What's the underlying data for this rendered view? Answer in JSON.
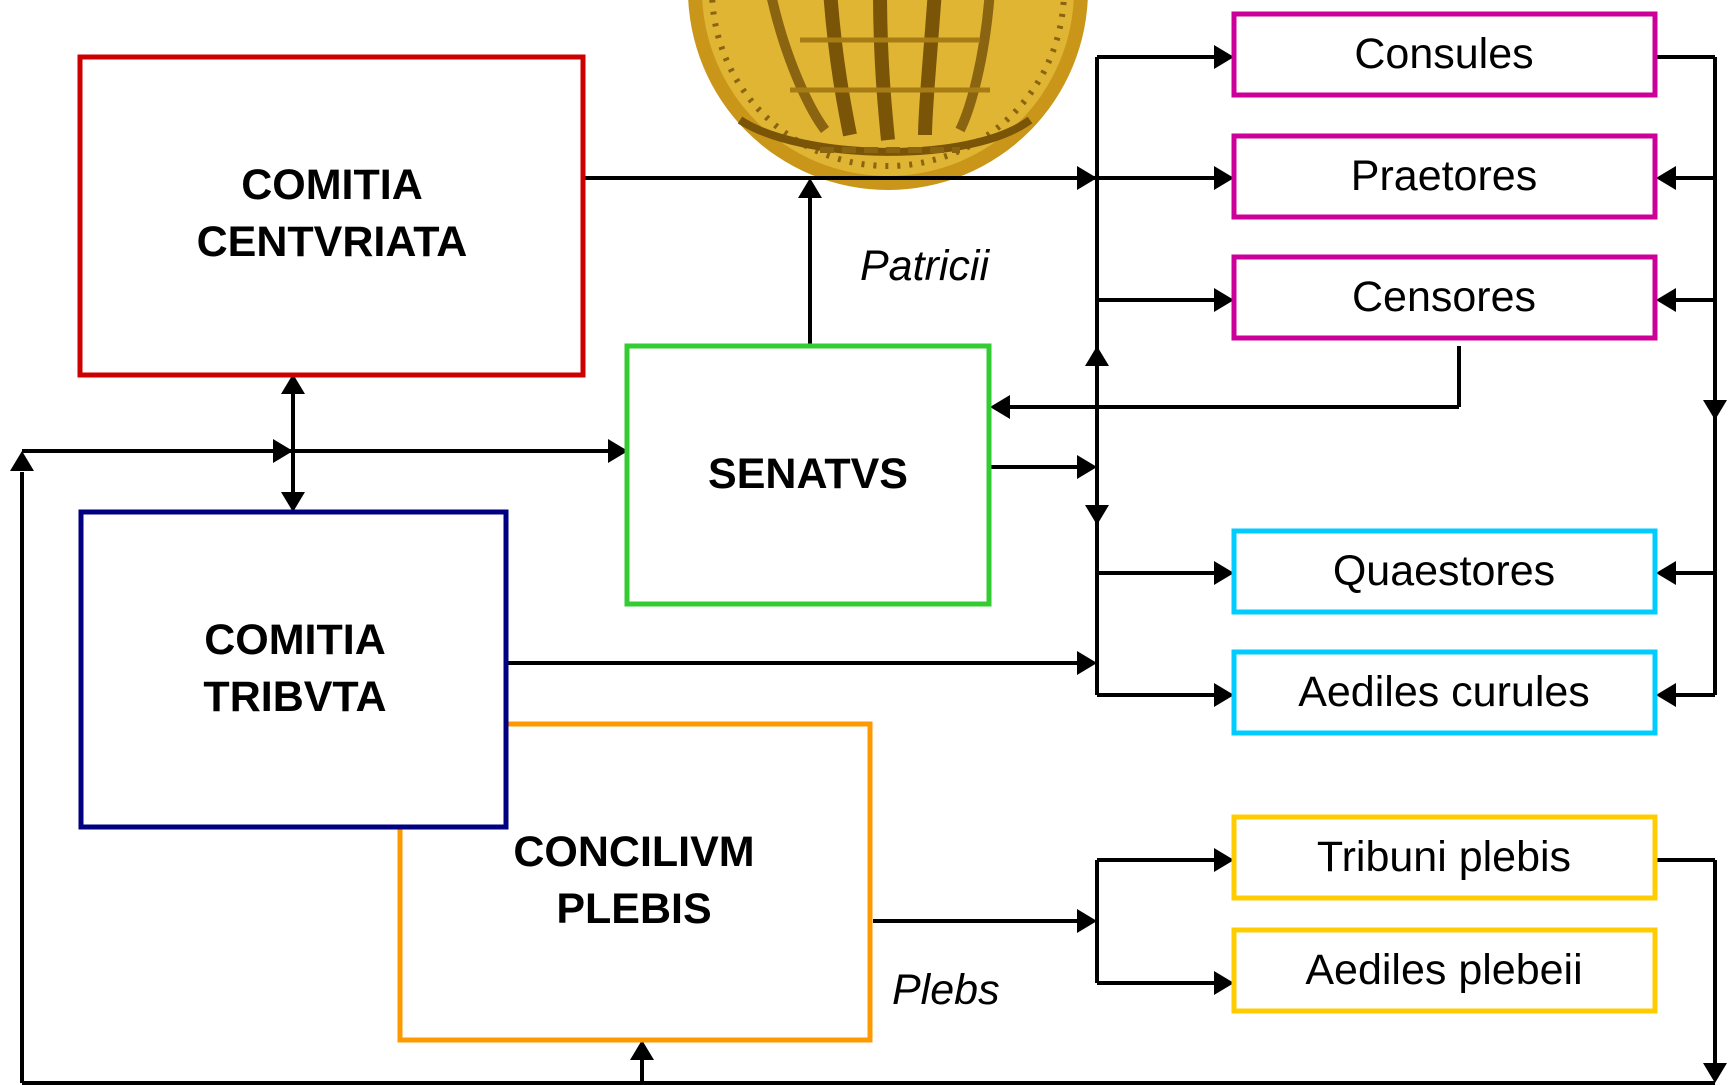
{
  "assemblies": {
    "comitia_centuriata": {
      "line1": "COMITIA",
      "line2": "CENTVRIATA",
      "color": "#cc0000"
    },
    "senatus": {
      "label": "SENATVS",
      "color": "#33cc33"
    },
    "comitia_tributa": {
      "line1": "COMITIA",
      "line2": "TRIBVTA",
      "color": "#000080"
    },
    "concilium_plebis": {
      "line1": "CONCILIVM",
      "line2": "PLEBIS",
      "color": "#ff9900"
    }
  },
  "magistrates": {
    "consules": {
      "label": "Consules",
      "color": "#cc0099"
    },
    "praetores": {
      "label": "Praetores",
      "color": "#cc0099"
    },
    "censores": {
      "label": "Censores",
      "color": "#cc0099"
    },
    "quaestores": {
      "label": "Quaestores",
      "color": "#00ccff"
    },
    "aediles_curules": {
      "label": "Aediles curules",
      "color": "#00ccff"
    },
    "tribuni_plebis": {
      "label": "Tribuni plebis",
      "color": "#ffcc00"
    },
    "aediles_plebeii": {
      "label": "Aediles plebeii",
      "color": "#ffcc00"
    }
  },
  "group_labels": {
    "patricii": "Patricii",
    "plebs": "Plebs"
  },
  "coin": {
    "icon": "gold-coin-icon",
    "color": "#d4a017"
  }
}
